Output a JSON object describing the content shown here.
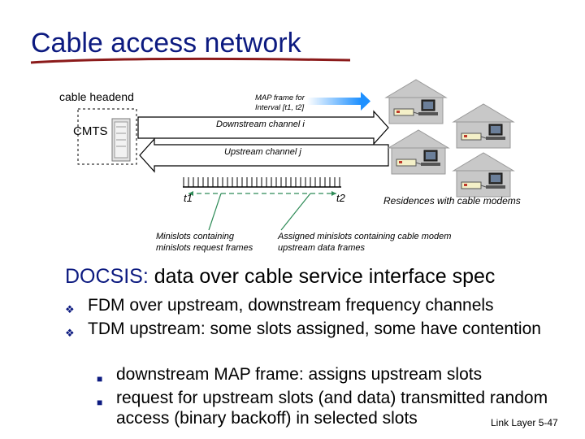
{
  "slide": {
    "title": "Cable access network",
    "footer": "Link Layer  5-47"
  },
  "diagram": {
    "cable_headend": "cable headend",
    "cmts": "CMTS",
    "map_frame": "MAP frame for Interval [t1, t2]",
    "downstream": "Downstream channel i",
    "upstream": "Upstream channel j",
    "t1": "t1",
    "t2": "t2",
    "residences": "Residences with cable modems",
    "minislots_line1": "Minislots containing",
    "minislots_line2": "minislots request frames",
    "assigned_line1": "Assigned minislots containing cable modem",
    "assigned_line2": "upstream data frames"
  },
  "body": {
    "docsis_keyword": "DOCSIS:",
    "docsis_rest": " data over cable service interface spec",
    "bullets": [
      "FDM over upstream, downstream frequency channels",
      "TDM upstream: some slots assigned, some have contention"
    ],
    "subbullets": [
      "downstream MAP frame: assigns upstream slots",
      "request for upstream slots (and data) transmitted random access (binary backoff) in selected slots"
    ]
  },
  "colors": {
    "title": "#0c1a80",
    "underline": "#8b1a1a",
    "map_arrow": "#1e90ff",
    "house": "#c8c8c8"
  }
}
